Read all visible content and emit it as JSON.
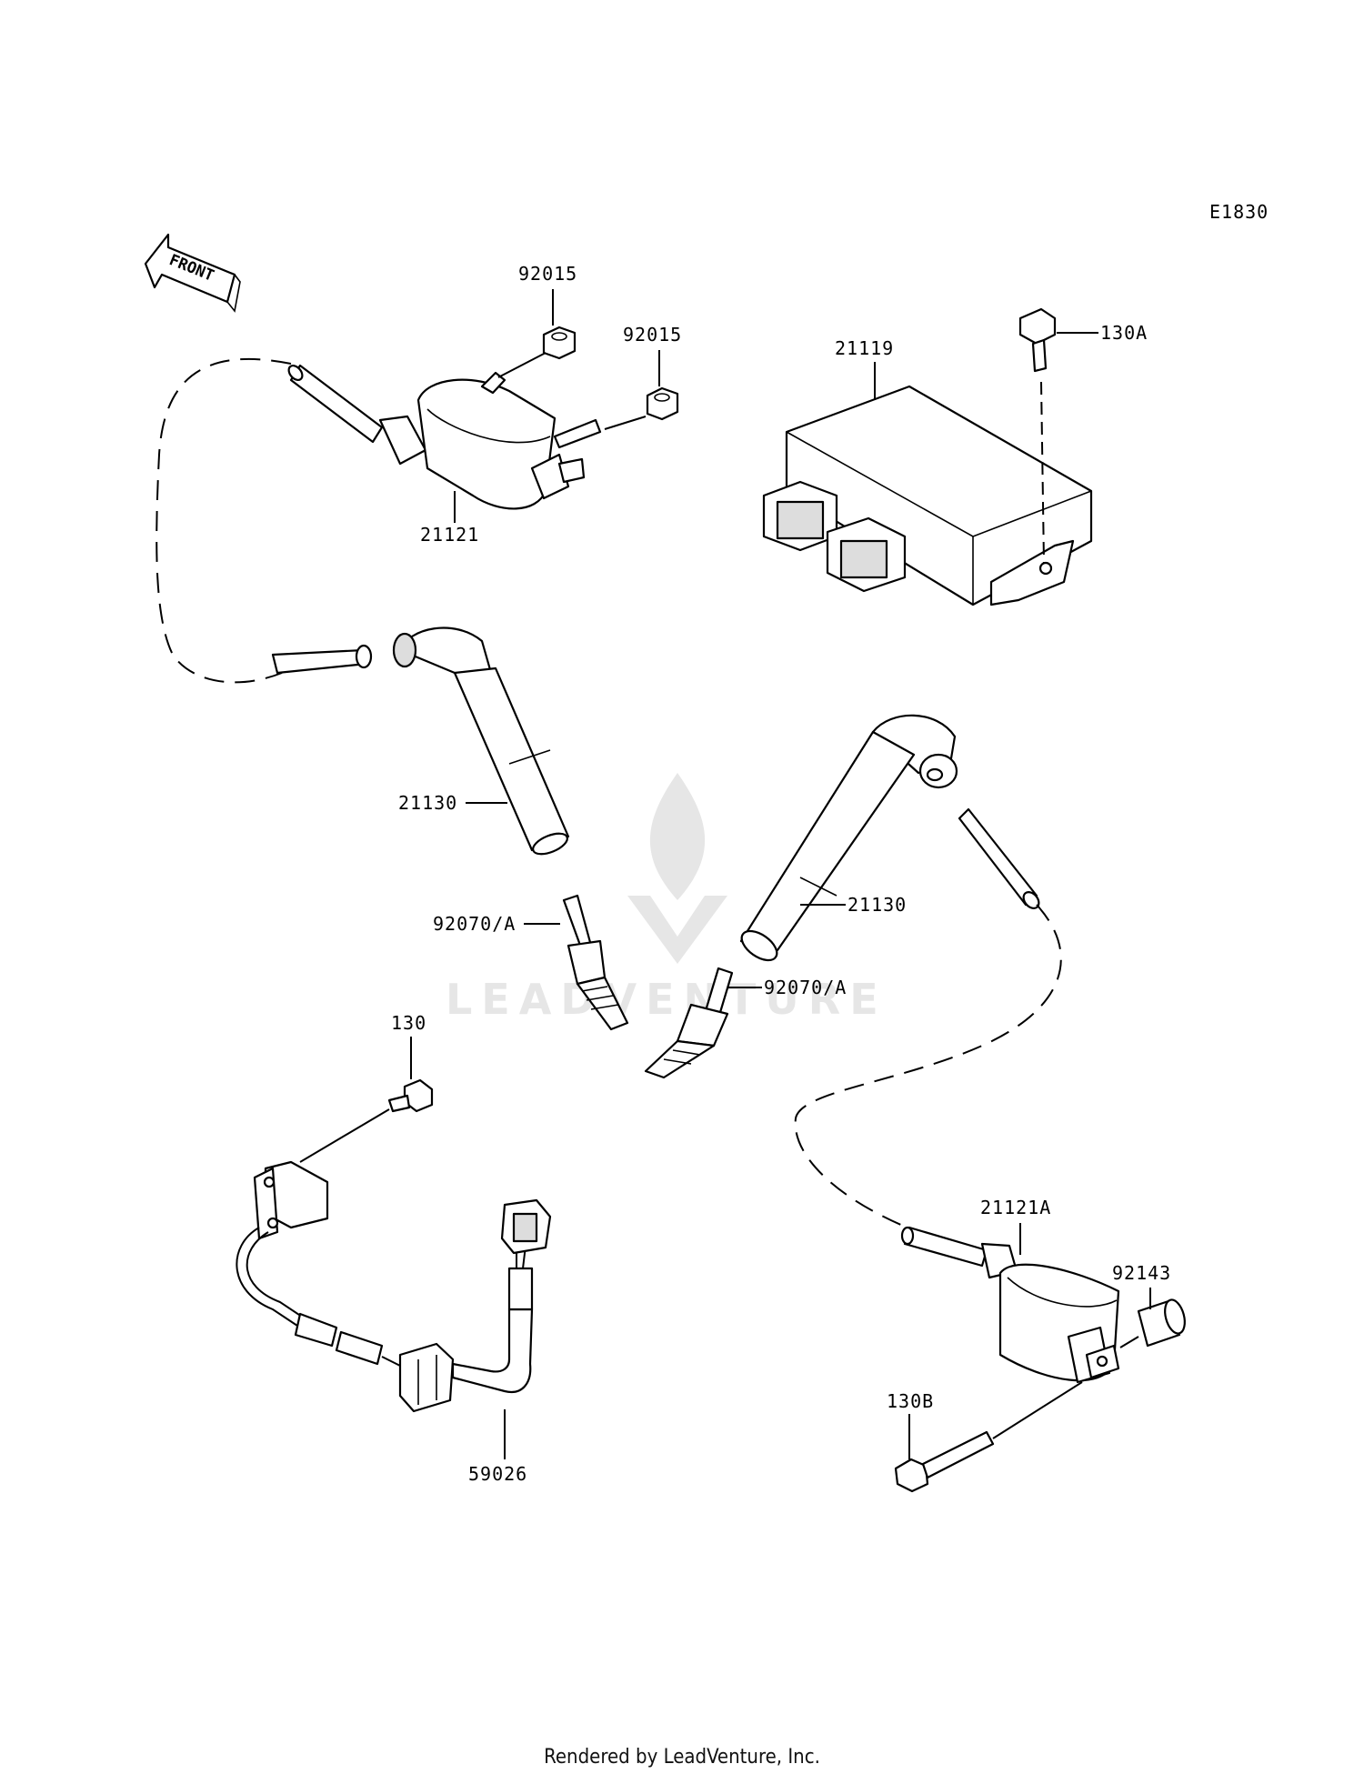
{
  "diagram_code": "E1830",
  "front_arrow_label": "FRONT",
  "watermark": {
    "text": "LEADVENTURE"
  },
  "parts": {
    "p92015_a": "92015",
    "p92015_b": "92015",
    "p21119": "21119",
    "p130A": "130A",
    "p21121": "21121",
    "p21130_a": "21130",
    "p21130_b": "21130",
    "p92070_a": "92070/A",
    "p92070_b": "92070/A",
    "p130": "130",
    "p59026": "59026",
    "p21121A": "21121A",
    "p92143": "92143",
    "p130B": "130B"
  },
  "footer": "Rendered by LeadVenture, Inc."
}
